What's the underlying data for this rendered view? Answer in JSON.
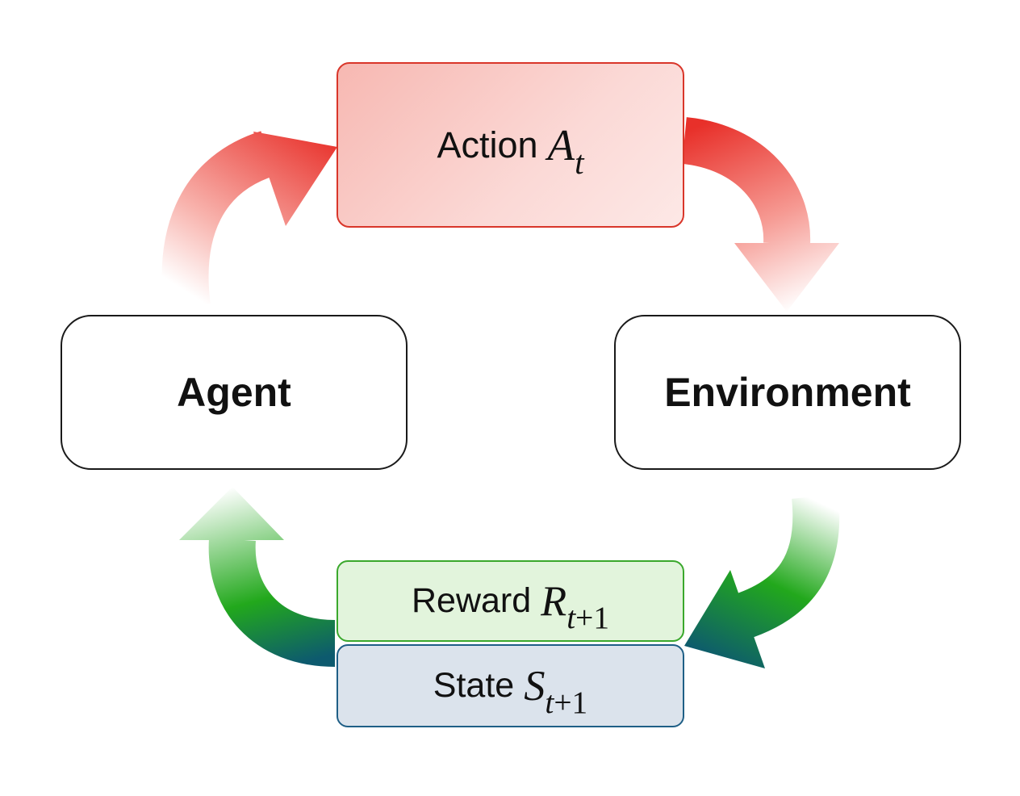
{
  "nodes": {
    "agent": {
      "label": "Agent"
    },
    "environment": {
      "label": "Environment"
    }
  },
  "signals": {
    "action": {
      "label": "Action",
      "symbol": "A",
      "subscript": "t"
    },
    "reward": {
      "label": "Reward",
      "symbol": "R",
      "subscript_var": "t",
      "subscript_rest": "+1"
    },
    "state": {
      "label": "State",
      "symbol": "S",
      "subscript_var": "t",
      "subscript_rest": "+1"
    }
  },
  "colors": {
    "action_red": "#e8302a",
    "reward_green": "#22a81c",
    "state_teal": "#0d5a6e",
    "entity_border": "#1a1a1a"
  }
}
